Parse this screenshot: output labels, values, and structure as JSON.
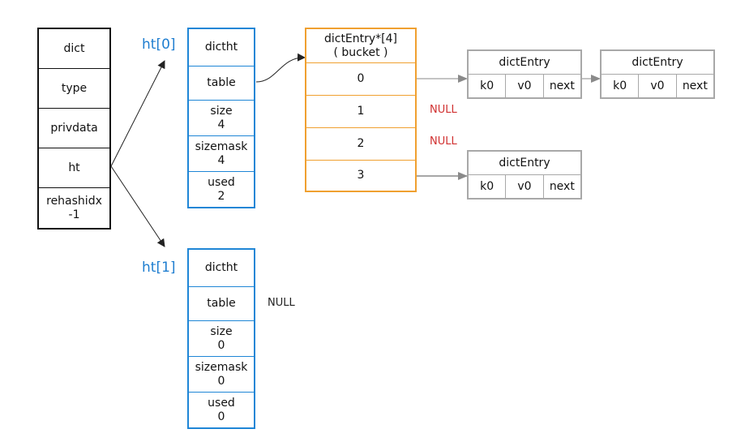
{
  "dict": {
    "cells": [
      "dict",
      "type",
      "privdata",
      "ht"
    ],
    "rehashidx_label": "rehashidx",
    "rehashidx_value": "-1"
  },
  "ht0": {
    "label": "ht[0]",
    "title": "dictht",
    "table": "table",
    "size_label": "size",
    "size_value": "4",
    "sizemask_label": "sizemask",
    "sizemask_value": "4",
    "used_label": "used",
    "used_value": "2"
  },
  "ht1": {
    "label": "ht[1]",
    "title": "dictht",
    "table": "table",
    "table_pointer": "NULL",
    "size_label": "size",
    "size_value": "0",
    "sizemask_label": "sizemask",
    "sizemask_value": "0",
    "used_label": "used",
    "used_value": "0"
  },
  "bucket": {
    "title_line1": "dictEntry*[4]",
    "title_line2": "( bucket )",
    "slots": [
      "0",
      "1",
      "2",
      "3"
    ],
    "slot1_pointer": "NULL",
    "slot2_pointer": "NULL"
  },
  "entries": [
    {
      "title": "dictEntry",
      "k": "k0",
      "v": "v0",
      "next": "next"
    },
    {
      "title": "dictEntry",
      "k": "k0",
      "v": "v0",
      "next": "next"
    },
    {
      "title": "dictEntry",
      "k": "k0",
      "v": "v0",
      "next": "next"
    }
  ],
  "colors": {
    "ht_border": "#1f86d6",
    "bucket_border": "#f0a030",
    "entry_border": "#a8a8a8",
    "null_red": "#d03030"
  }
}
